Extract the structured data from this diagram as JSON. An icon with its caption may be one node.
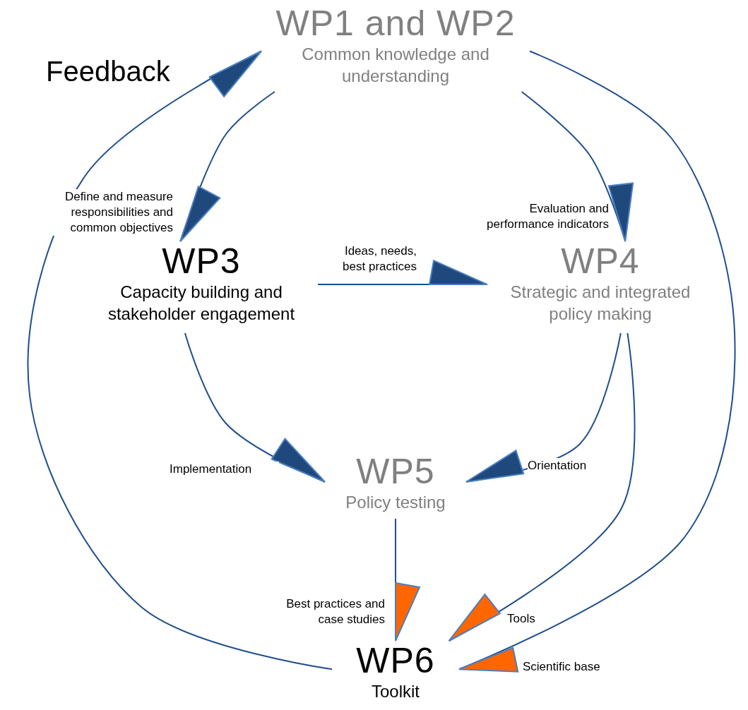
{
  "diagram": {
    "nodes": [
      {
        "text": [
          "WP1 and WP2",
          "Common knowledge and understanding"
        ]
      },
      {
        "text": [
          "WP3",
          "Capacity building and stakeholder engagement"
        ]
      },
      {
        "text": [
          "WP4",
          "Strategic and integrated policy making"
        ]
      },
      {
        "text": [
          "WP5",
          "Policy testing"
        ]
      },
      {
        "text": [
          "WP6",
          "Toolkit"
        ]
      }
    ],
    "edges": [
      {
        "from": 0,
        "to": 1,
        "arrow": "to",
        "label": "Define and measure responsibilities and common objectives"
      },
      {
        "from": 0,
        "to": 2,
        "arrow": "to",
        "label": "Evaluation and performance indicators"
      },
      {
        "from": 1,
        "to": 2,
        "arrow": "to",
        "label": "Ideas, needs, best practices"
      },
      {
        "from": 1,
        "to": 3,
        "arrow": "to",
        "label": "Implementation"
      },
      {
        "from": 2,
        "to": 3,
        "arrow": "to",
        "label": "Orientation"
      },
      {
        "from": 3,
        "to": 4,
        "arrow": "to",
        "label": "Best practices and case studies"
      },
      {
        "from": 2,
        "to": 4,
        "arrow": "to",
        "label": "Tools"
      },
      {
        "from": 0,
        "to": 4,
        "arrow": "to",
        "label": "Scientific base"
      },
      {
        "from": 4,
        "to": 0,
        "arrow": "to",
        "label": "Feedback"
      }
    ]
  }
}
